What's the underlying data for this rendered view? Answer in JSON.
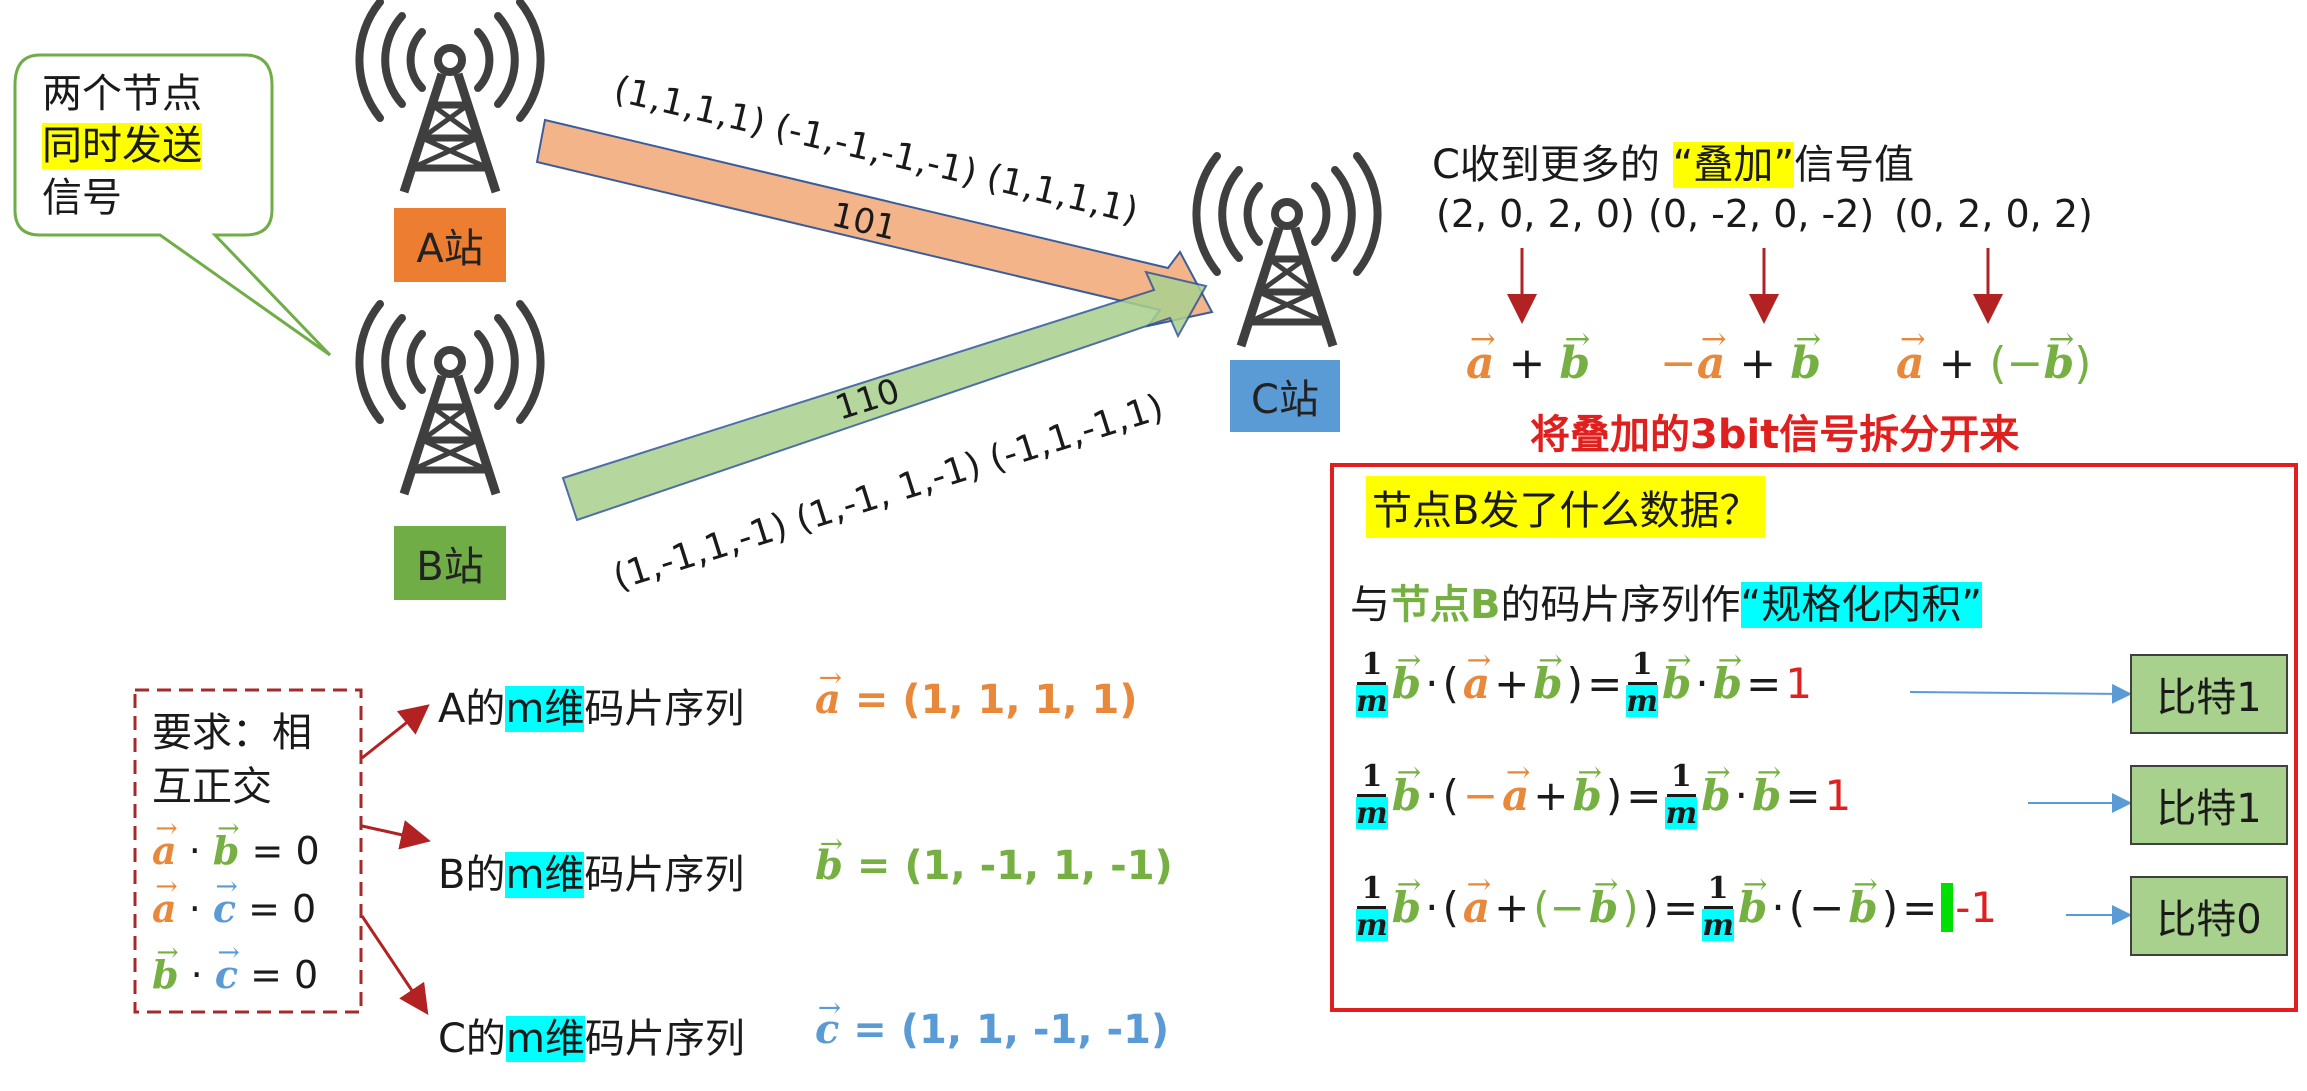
{
  "bubble": {
    "line1": "两个节点",
    "line2": "同时发送",
    "line3": "信号"
  },
  "stations": {
    "a": "A站",
    "b": "B站",
    "c": "C站"
  },
  "signals": {
    "top_sequence": "(1,1,1,1) (-1,-1,-1,-1) (1,1,1,1)",
    "top_bits": "101",
    "bottom_sequence": "(1,-1,1,-1) (1,-1, 1,-1) (-1,1,-1,1)",
    "bottom_bits": "110"
  },
  "received": {
    "prefix": "C收到更多的",
    "highlight": "“叠加”",
    "suffix": "信号值",
    "values": [
      "(2, 0, 2, 0)",
      "(0, -2, 0, -2)",
      "(0, 2, 0, 2)"
    ],
    "decomp": [
      {
        "first_sign": "",
        "first": "a",
        "op": "+",
        "second_sign": "",
        "second": "b"
      },
      {
        "first_sign": "−",
        "first": "a",
        "op": "+",
        "second_sign": "",
        "second": "b"
      },
      {
        "first_sign": "",
        "first": "a",
        "op": "+",
        "second_sign": "(−",
        "second": "b",
        "second_close": ")"
      }
    ],
    "split_note": "将叠加的3bit信号拆分开来"
  },
  "question_box": {
    "question": "节点B发了什么数据？",
    "method_prefix": "与",
    "method_node": "节点B",
    "method_mid": "的码片序列作",
    "method_highlight": "“规格化内积”",
    "frac_num": "1",
    "frac_den": "m",
    "dot": "·",
    "eq1_result": "1",
    "eq2_result": "1",
    "eq3_result": "-1",
    "bits": [
      "比特1",
      "比特1",
      "比特0"
    ]
  },
  "requirement": {
    "line1": "要求：相",
    "line2": "互正交",
    "zero": "= 0"
  },
  "chip_sequences": [
    {
      "station": "A的",
      "m": "m维",
      "label": "码片序列",
      "vec": "a",
      "value": "= (1, 1, 1, 1)",
      "color": "#e8883a"
    },
    {
      "station": "B的",
      "m": "m维",
      "label": "码片序列",
      "vec": "b",
      "value": "= (1, -1, 1, -1)",
      "color": "#76b043"
    },
    {
      "station": "C的",
      "m": "m维",
      "label": "码片序列",
      "vec": "c",
      "value": "= (1, 1, -1, -1)",
      "color": "#5b9bd5"
    }
  ],
  "colors": {
    "a_station": "#ed7d31",
    "b_station": "#70ad47",
    "c_station": "#5b9bd5",
    "top_arrow": "#f4b183",
    "bottom_arrow": "#a9d18e",
    "highlight_yellow": "#ffff00",
    "highlight_cyan": "#00ffff",
    "red": "#e0201e"
  },
  "icons": [
    "antenna-tower-icon",
    "down-arrow-icon",
    "right-arrow-icon"
  ]
}
